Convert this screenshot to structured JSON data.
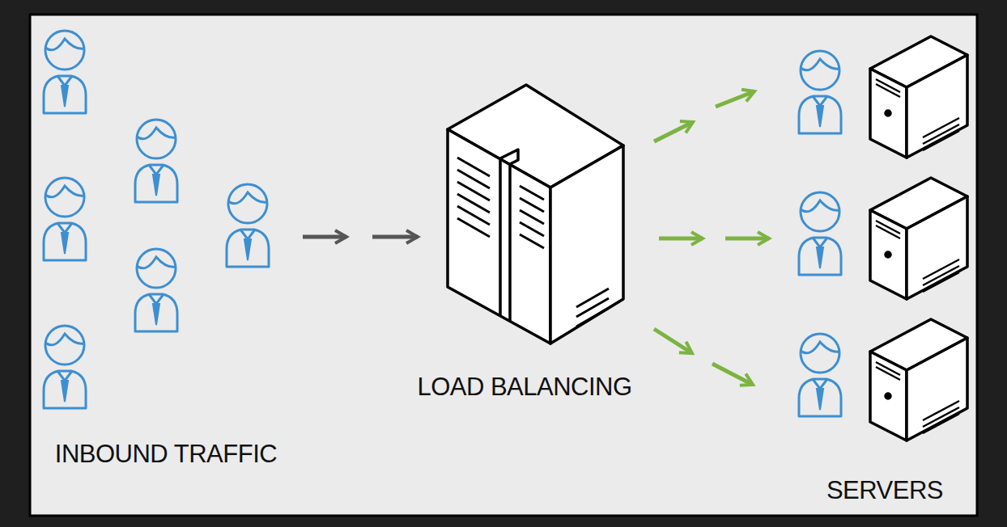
{
  "diagram": {
    "labels": [
      "INBOUND TRAFFIC",
      "LOAD BALANCING",
      "SERVERS"
    ]
  }
}
